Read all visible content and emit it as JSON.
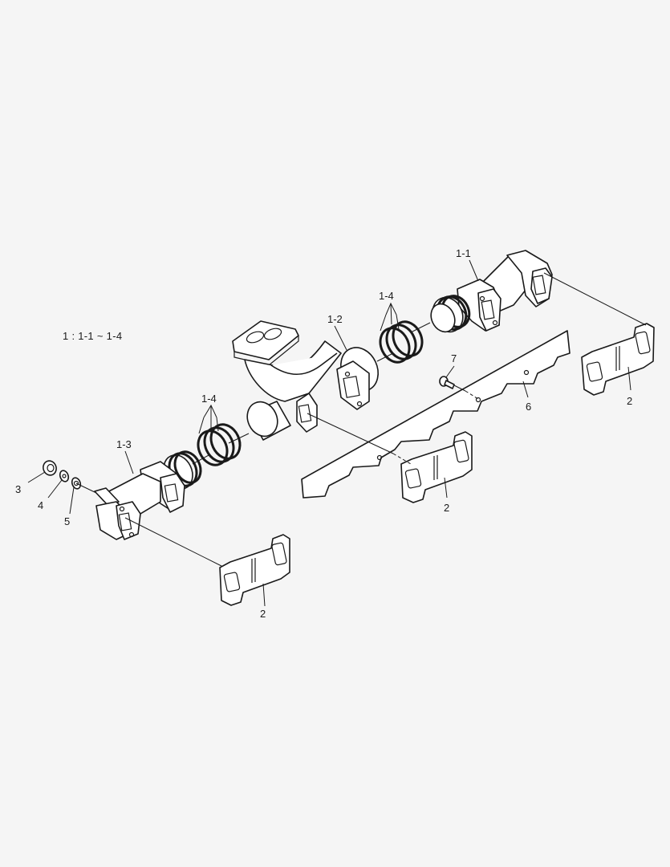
{
  "diagram": {
    "type": "exploded-parts-view",
    "subject": "exhaust manifold assembly",
    "background_color": "#f5f5f5",
    "line_color": "#1a1a1a",
    "note": "1 : 1-1 ~ 1-4",
    "callouts": [
      {
        "id": "c-1-1",
        "label": "1-1",
        "part": "exhaust manifold rear section"
      },
      {
        "id": "c-1-2",
        "label": "1-2",
        "part": "exhaust manifold center section with turbo flange"
      },
      {
        "id": "c-1-3",
        "label": "1-3",
        "part": "exhaust manifold front section"
      },
      {
        "id": "c-1-4a",
        "label": "1-4",
        "part": "seal rings (upper)"
      },
      {
        "id": "c-1-4b",
        "label": "1-4",
        "part": "seal rings (lower)"
      },
      {
        "id": "c-2a",
        "label": "2",
        "part": "manifold gasket (right)"
      },
      {
        "id": "c-2b",
        "label": "2",
        "part": "manifold gasket (center)"
      },
      {
        "id": "c-2c",
        "label": "2",
        "part": "manifold gasket (lower)"
      },
      {
        "id": "c-3",
        "label": "3",
        "part": "nut"
      },
      {
        "id": "c-4",
        "label": "4",
        "part": "washer"
      },
      {
        "id": "c-5",
        "label": "5",
        "part": "spacer"
      },
      {
        "id": "c-6",
        "label": "6",
        "part": "heat shield plate"
      },
      {
        "id": "c-7",
        "label": "7",
        "part": "bolt"
      }
    ]
  }
}
